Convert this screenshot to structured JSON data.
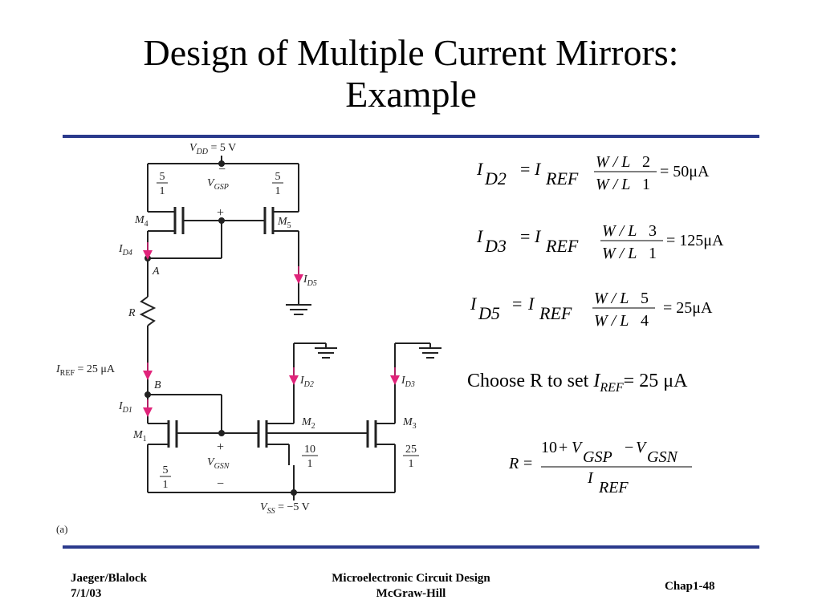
{
  "slide": {
    "title_line1": "Design of Multiple Current Mirrors:",
    "title_line2": "Example",
    "choose_prefix": "Choose R to set ",
    "choose_I": "I",
    "choose_sub": "REF",
    "choose_suffix": "= 25 μA"
  },
  "circuit": {
    "vdd": "V",
    "vdd_sub": "DD",
    "vdd_val": " = 5 V",
    "vss": "V",
    "vss_sub": "SS",
    "vss_val": " = −5 V",
    "vgsp": "V",
    "vgsp_sub": "GSP",
    "vgsn": "V",
    "vgsn_sub": "GSN",
    "m1": "M",
    "m1_sub": "1",
    "m2": "M",
    "m2_sub": "2",
    "m3": "M",
    "m3_sub": "3",
    "m4": "M",
    "m4_sub": "4",
    "m5": "M",
    "m5_sub": "5",
    "id4": "I",
    "id4_sub": "D4",
    "id5": "I",
    "id5_sub": "D5",
    "id1": "I",
    "id1_sub": "D1",
    "id2": "I",
    "id2_sub": "D2",
    "id3": "I",
    "id3_sub": "D3",
    "iref": "I",
    "iref_sub": "REF",
    "iref_val": " = 25 μA",
    "node_a": "A",
    "node_b": "B",
    "r_label": "R",
    "ratio_m4_num": "5",
    "ratio_m4_den": "1",
    "ratio_m5_num": "5",
    "ratio_m5_den": "1",
    "ratio_m1_num": "5",
    "ratio_m1_den": "1",
    "ratio_m2_num": "10",
    "ratio_m2_den": "1",
    "ratio_m3_num": "25",
    "ratio_m3_den": "1",
    "plus": "+",
    "minus": "−",
    "fig_label": "(a)"
  },
  "equations": {
    "eq1": {
      "lhs_I": "I",
      "lhs_sub": "D2",
      "eq": "=",
      "rhs_I": "I",
      "rhs_sub": "REF",
      "num": "W / L",
      "num_sub": "2",
      "den": "W / L",
      "den_sub": "1",
      "result": "= 50μA"
    },
    "eq2": {
      "lhs_I": "I",
      "lhs_sub": "D3",
      "eq": "=",
      "rhs_I": "I",
      "rhs_sub": "REF",
      "num": "W / L",
      "num_sub": "3",
      "den": "W / L",
      "den_sub": "1",
      "result": "= 125μA"
    },
    "eq3": {
      "lhs_I": "I",
      "lhs_sub": "D5",
      "eq": "=",
      "rhs_I": "I",
      "rhs_sub": "REF",
      "num": "W / L",
      "num_sub": "5",
      "den": "W / L",
      "den_sub": "4",
      "result": "= 25μA"
    },
    "eq4": {
      "lhs": "R",
      "eq": "=",
      "num_const": "10",
      "plus": "+",
      "v1": "V",
      "v1_sub": "GSP",
      "minus": "−",
      "v2": "V",
      "v2_sub": "GSN",
      "den_I": "I",
      "den_sub": "REF"
    }
  },
  "footer": {
    "left_line1": "Jaeger/Blalock",
    "left_line2": "7/1/03",
    "center_line1": "Microelectronic Circuit Design",
    "center_line2": "McGraw-Hill",
    "right": "Chap1-48"
  },
  "colors": {
    "rule": "#2b3a8c",
    "arrow": "#e0237a",
    "wire": "#222222"
  }
}
